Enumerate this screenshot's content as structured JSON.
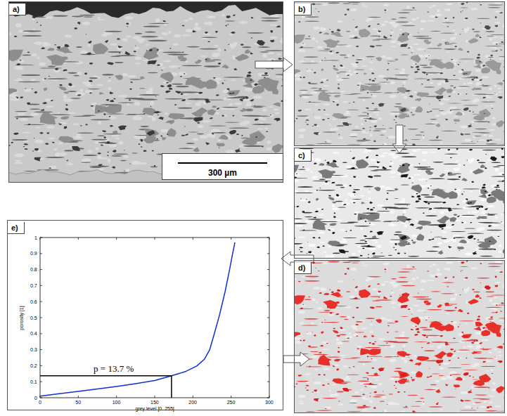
{
  "diagram": {
    "nodes": [
      {
        "text": [
          "a)"
        ]
      },
      {
        "text": [
          "300 µm"
        ],
        "in": 0
      },
      {
        "text": [
          "b)"
        ]
      },
      {
        "text": [
          "c)"
        ]
      },
      {
        "text": [
          "d)"
        ]
      },
      {
        "text": [
          "e)"
        ]
      }
    ],
    "edges": [
      {
        "from": 0,
        "to": 2,
        "arrow": "to"
      },
      {
        "from": 2,
        "to": 3,
        "arrow": "to"
      },
      {
        "from": 3,
        "to": 5,
        "arrow": "to"
      },
      {
        "from": 5,
        "to": 4,
        "arrow": "to"
      }
    ],
    "labels": [
      "p = 13.7 %",
      "0",
      "0.1",
      "0.2",
      "0.3",
      "0.4",
      "0.5",
      "0.6",
      "0.7",
      "0.8",
      "0.9",
      "1",
      "0",
      "50",
      "100",
      "150",
      "200",
      "250",
      "300",
      "porosity [1]",
      "grey level [0..255]"
    ]
  }
}
